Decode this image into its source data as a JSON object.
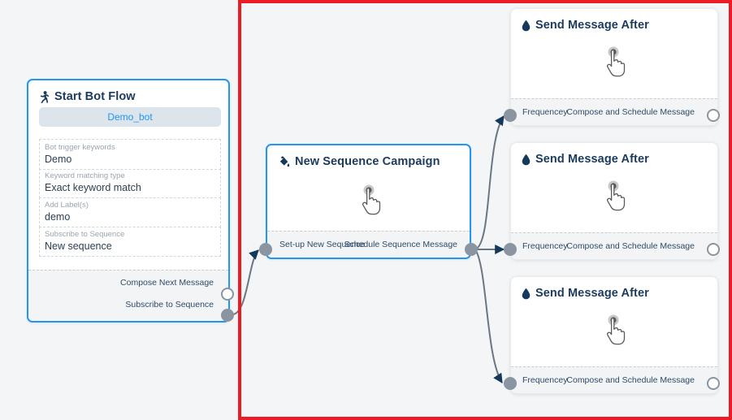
{
  "canvas": {
    "background_color": "#f4f5f7",
    "highlight_color": "#ec1c24"
  },
  "nodes": {
    "start_bot_flow": {
      "title": "Start Bot Flow",
      "icon": "running-person-icon",
      "bot_chip": "Demo_bot",
      "fields": [
        {
          "label": "Bot trigger keywords",
          "value": "Demo"
        },
        {
          "label": "Keyword matching type",
          "value": "Exact keyword match"
        },
        {
          "label": "Add Label(s)",
          "value": "demo"
        },
        {
          "label": "Subscribe to Sequence",
          "value": "New sequence"
        }
      ],
      "outputs": [
        {
          "label": "Compose Next Message",
          "state": "hollow"
        },
        {
          "label": "Subscribe to Sequence",
          "state": "filled"
        }
      ]
    },
    "new_sequence_campaign": {
      "title": "New Sequence Campaign",
      "icon": "paint-bucket-icon",
      "cursor": "pointing-hand-cursor",
      "input_label": "Set-up New Sequence",
      "output_label": "Schedule Sequence Message"
    },
    "send_message_after": [
      {
        "title": "Send Message After",
        "icon": "water-drop-icon",
        "cursor": "pointing-hand-cursor",
        "input_label": "Frequencey",
        "output_label": "Compose and Schedule Message"
      },
      {
        "title": "Send Message After",
        "icon": "water-drop-icon",
        "cursor": "pointing-hand-cursor",
        "input_label": "Frequencey",
        "output_label": "Compose and Schedule Message"
      },
      {
        "title": "Send Message After",
        "icon": "water-drop-icon",
        "cursor": "pointing-hand-cursor",
        "input_label": "Frequencey",
        "output_label": "Compose and Schedule Message"
      }
    ]
  }
}
